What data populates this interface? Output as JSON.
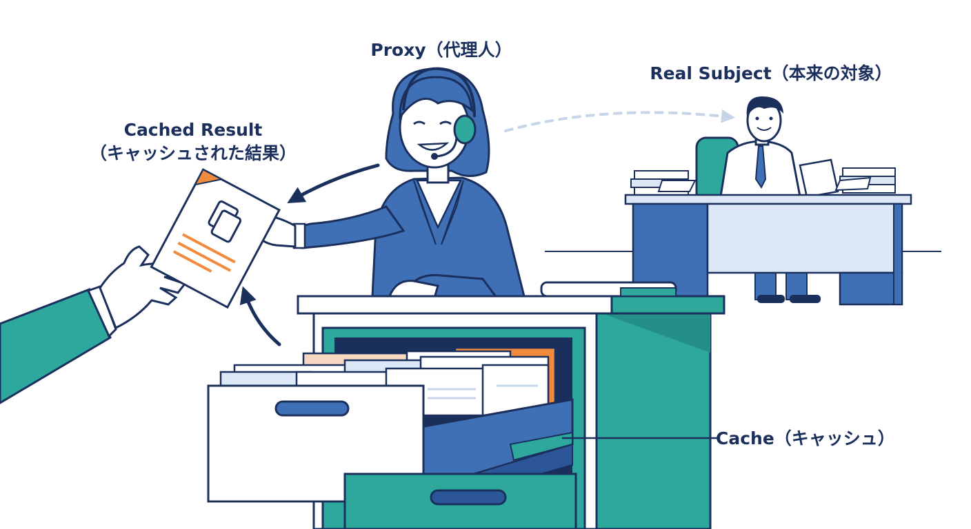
{
  "labels": {
    "proxy": "Proxy（代理人）",
    "real_subject": "Real Subject（本来の対象）",
    "cached_result_line1": "Cached Result",
    "cached_result_line2": "（キャッシュされた結果）",
    "cache": "Cache（キャッシュ）"
  },
  "figures": {
    "proxy": "woman-with-headset",
    "real_subject": "man-writing-at-desk",
    "client": "reaching-hand",
    "cache": "filing-cabinet"
  },
  "colors": {
    "navy": "#1b2f5c",
    "blue": "#3f6fb5",
    "light_blue": "#dde8f6",
    "teal": "#2ea79c",
    "orange": "#f08a3c",
    "skin": "#ffffff"
  }
}
